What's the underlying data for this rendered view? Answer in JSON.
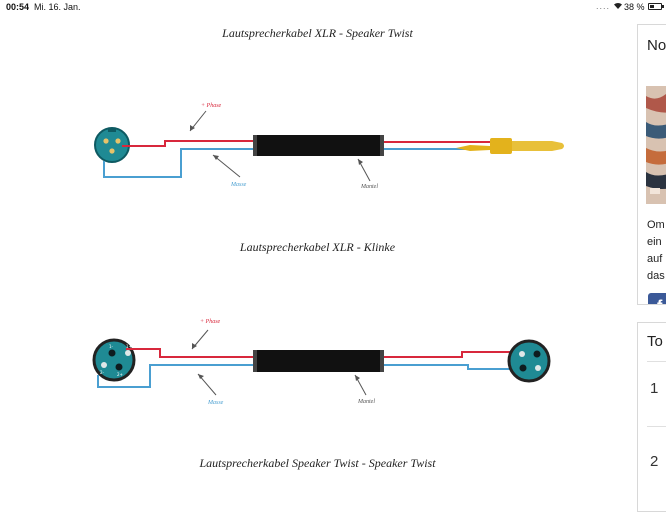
{
  "status_bar": {
    "time": "00:54",
    "date": "Mi. 16. Jan.",
    "dots": "....",
    "battery": "38 %"
  },
  "captions": {
    "top": "Lautsprecherkabel XLR - Speaker Twist",
    "middle": "Lautsprecherkabel XLR - Klinke",
    "bottom": "Lautsprecherkabel Speaker Twist - Speaker Twist"
  },
  "diagram1": {
    "phase_label": "+ Phase",
    "masse_label": "Masse",
    "mantel_label": "Mantel"
  },
  "diagram2": {
    "phase_label": "+ Phase",
    "masse_label": "Masse",
    "mantel_label": "Mantel",
    "pin_1m": "1-",
    "pin_1p": "1+",
    "pin_2m": "2-",
    "pin_2p": "2+"
  },
  "sidebar_card1": {
    "title": "No",
    "text_lines": [
      "Om",
      "ein",
      "auf",
      "das"
    ],
    "fb_label": "f"
  },
  "sidebar_card2": {
    "title": "To",
    "ranks": [
      "1",
      "2"
    ]
  },
  "colors": {
    "red_wire": "#d8283c",
    "blue_wire": "#4a9fd1",
    "connector_teal": "#1f8a94",
    "cable_black": "#111111",
    "jack_gold": "#e3b21c",
    "facebook_blue": "#3b5998"
  }
}
